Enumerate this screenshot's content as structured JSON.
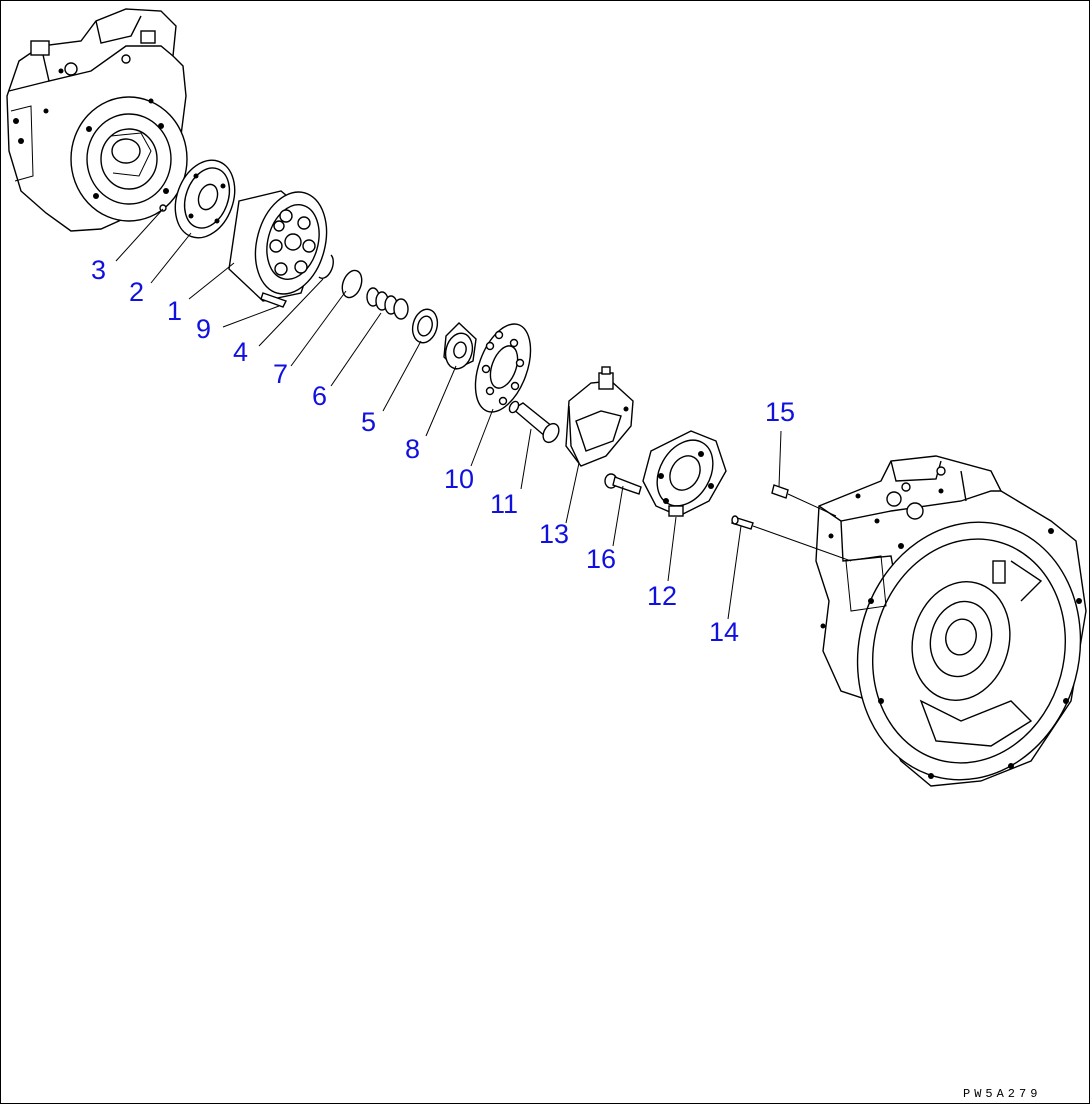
{
  "diagram": {
    "callouts": [
      {
        "id": "1",
        "text": "1"
      },
      {
        "id": "2",
        "text": "2"
      },
      {
        "id": "3",
        "text": "3"
      },
      {
        "id": "4",
        "text": "4"
      },
      {
        "id": "5",
        "text": "5"
      },
      {
        "id": "6",
        "text": "6"
      },
      {
        "id": "7",
        "text": "7"
      },
      {
        "id": "8",
        "text": "8"
      },
      {
        "id": "9",
        "text": "9"
      },
      {
        "id": "10",
        "text": "10"
      },
      {
        "id": "11",
        "text": "11"
      },
      {
        "id": "12",
        "text": "12"
      },
      {
        "id": "13",
        "text": "13"
      },
      {
        "id": "14",
        "text": "14"
      },
      {
        "id": "15",
        "text": "15"
      },
      {
        "id": "16",
        "text": "16"
      }
    ],
    "drawing_code": "PW5A279",
    "callout_color": "#1010e0",
    "line_color": "#000000"
  }
}
